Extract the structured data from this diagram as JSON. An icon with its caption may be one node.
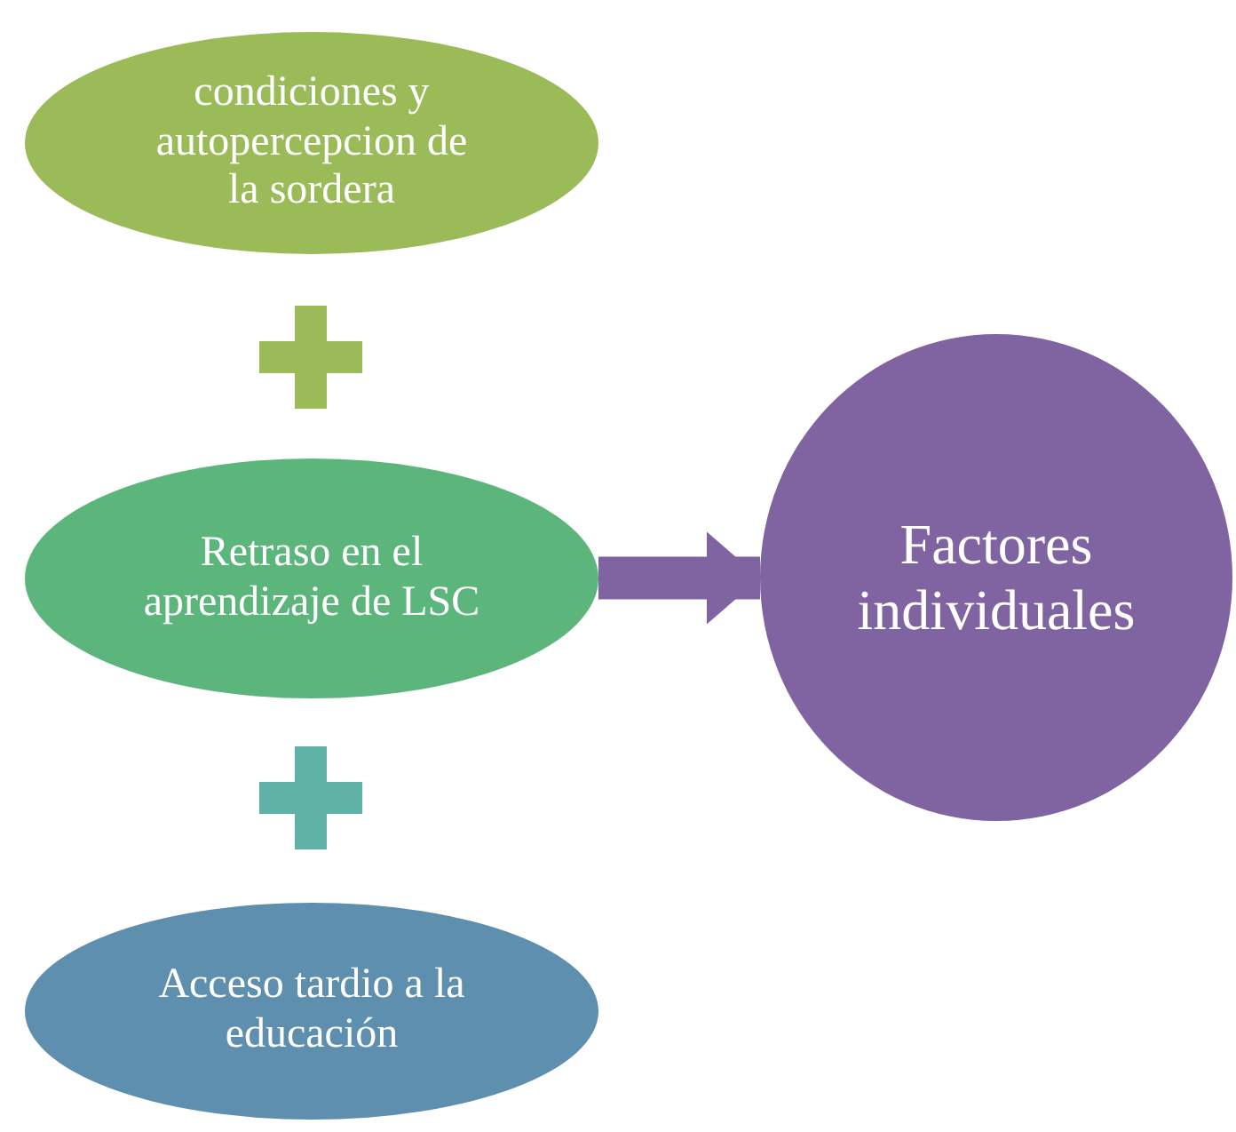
{
  "diagram": {
    "nodes": [
      {
        "text": [
          "condiciones y autopercepcion de la sordera"
        ]
      },
      {
        "text": [
          "Retraso en el aprendizaje de LSC"
        ]
      },
      {
        "text": [
          "Acceso tardio a la educación"
        ]
      },
      {
        "text": [
          "Factores individuales"
        ]
      }
    ],
    "edges": [
      {
        "from": 1,
        "to": 3,
        "arrow": "to"
      }
    ]
  }
}
